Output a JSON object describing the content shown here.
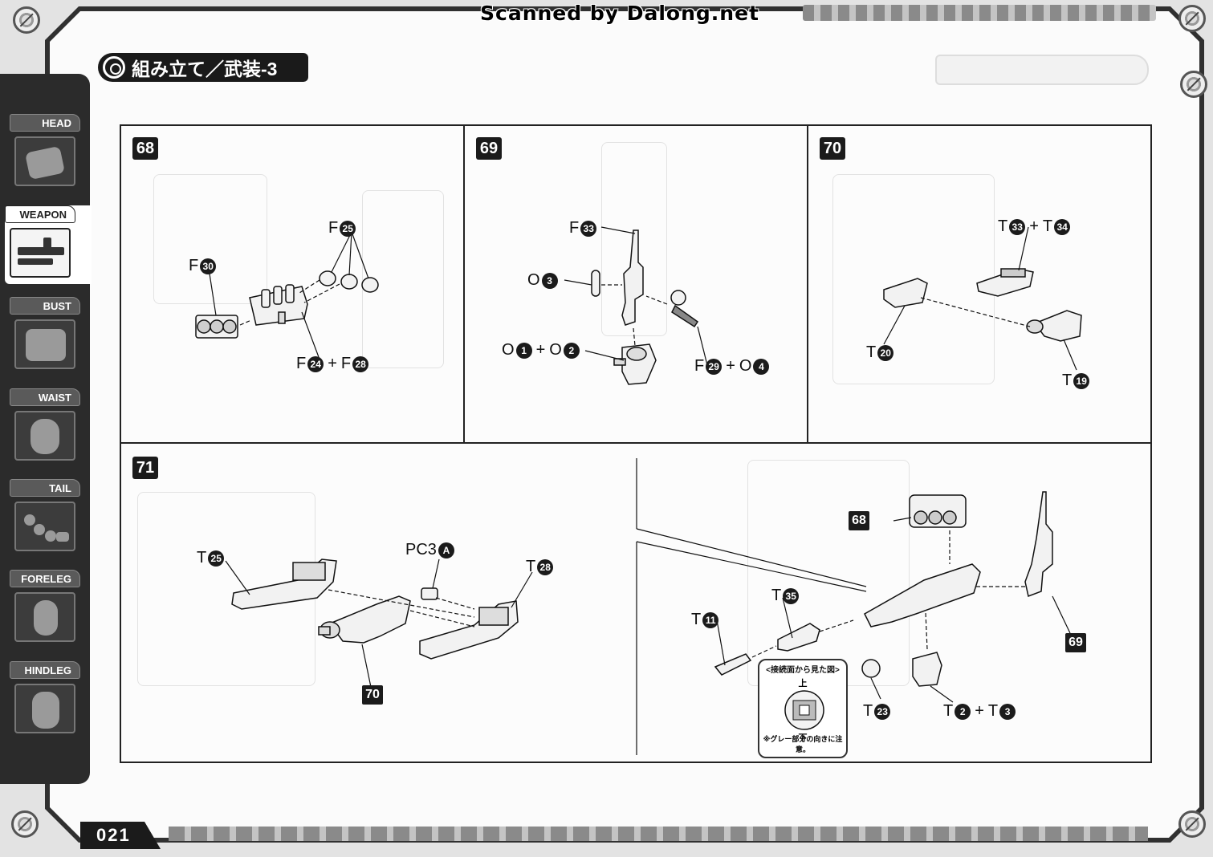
{
  "header": {
    "scan_credit": "Scanned by Dalong.net",
    "section_title": "組み立て／武装-3"
  },
  "sidebar": {
    "tabs": [
      {
        "label": "HEAD",
        "active": false
      },
      {
        "label": "WEAPON",
        "active": true
      },
      {
        "label": "BUST",
        "active": false
      },
      {
        "label": "WAIST",
        "active": false
      },
      {
        "label": "TAIL",
        "active": false
      },
      {
        "label": "FORELEG",
        "active": false
      },
      {
        "label": "HINDLEG",
        "active": false
      }
    ]
  },
  "steps": {
    "s68": {
      "number": "68",
      "callouts": {
        "f25": {
          "letter": "F",
          "n": "25"
        },
        "f30": {
          "letter": "F",
          "n": "30"
        },
        "f24_f28": {
          "a": "F",
          "an": "24",
          "plus": "+",
          "b": "F",
          "bn": "28"
        }
      }
    },
    "s69": {
      "number": "69",
      "callouts": {
        "f33": {
          "letter": "F",
          "n": "33"
        },
        "o3": {
          "letter": "O",
          "n": "3"
        },
        "o1_o2": {
          "a": "O",
          "an": "1",
          "plus": "+",
          "b": "O",
          "bn": "2"
        },
        "f29_o4": {
          "a": "F",
          "an": "29",
          "plus": "+",
          "b": "O",
          "bn": "4"
        }
      }
    },
    "s70": {
      "number": "70",
      "callouts": {
        "t33_t34": {
          "a": "T",
          "an": "33",
          "plus": "+",
          "b": "T",
          "bn": "34"
        },
        "t20": {
          "letter": "T",
          "n": "20"
        },
        "t19": {
          "letter": "T",
          "n": "19"
        }
      }
    },
    "s71": {
      "number": "71",
      "callouts": {
        "t25": {
          "letter": "T",
          "n": "25"
        },
        "pc3a": {
          "letter": "PC3",
          "n": "A"
        },
        "t28": {
          "letter": "T",
          "n": "28"
        },
        "t35": {
          "letter": "T",
          "n": "35"
        },
        "t11": {
          "letter": "T",
          "n": "11"
        },
        "t23": {
          "letter": "T",
          "n": "23"
        },
        "t2_t3": {
          "a": "T",
          "an": "2",
          "plus": "+",
          "b": "T",
          "bn": "3"
        }
      },
      "refs": {
        "r70": "70",
        "r68": "68",
        "r69": "69"
      },
      "connector_view": {
        "title": "<接続面から見た図>",
        "up": "上",
        "down": "下",
        "note": "※グレー部分の向きに注意。"
      }
    }
  },
  "footer": {
    "page_number": "021"
  }
}
